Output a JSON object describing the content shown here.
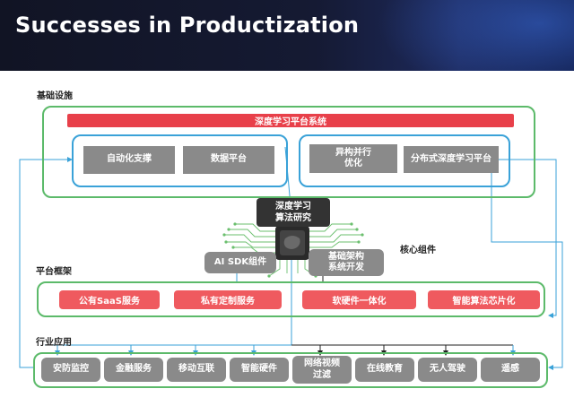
{
  "title": "Successes in Productization",
  "sections": {
    "infrastructure": "基础设施",
    "core_components": "核心组件",
    "platform": "平台框架",
    "industry": "行业应用"
  },
  "infrastructure": {
    "bar": "深度学习平台系统",
    "left_group": [
      "自动化支撑",
      "数据平台"
    ],
    "right_group": [
      "异构并行\n优化",
      "分布式深度学习平台"
    ]
  },
  "core": {
    "research": "深度学习\n算法研究",
    "sdk": "AI SDK组件",
    "arch": "基础架构\n系统开发"
  },
  "platform": {
    "items": [
      "公有SaaS服务",
      "私有定制服务",
      "软硬件一体化",
      "智能算法芯片化"
    ]
  },
  "industry": {
    "items": [
      "安防监控",
      "金融服务",
      "移动互联",
      "智能硬件",
      "网络视频\n过滤",
      "在线教育",
      "无人驾驶",
      "遥感"
    ]
  },
  "colors": {
    "green_border": "#5cba6a",
    "blue_border": "#3aa2d8",
    "red_bar": "#e8404a",
    "red_box": "#ef5a5f",
    "gray_box": "#8a8a8a",
    "dark_box": "#333333",
    "header_bg": "#151a33"
  }
}
